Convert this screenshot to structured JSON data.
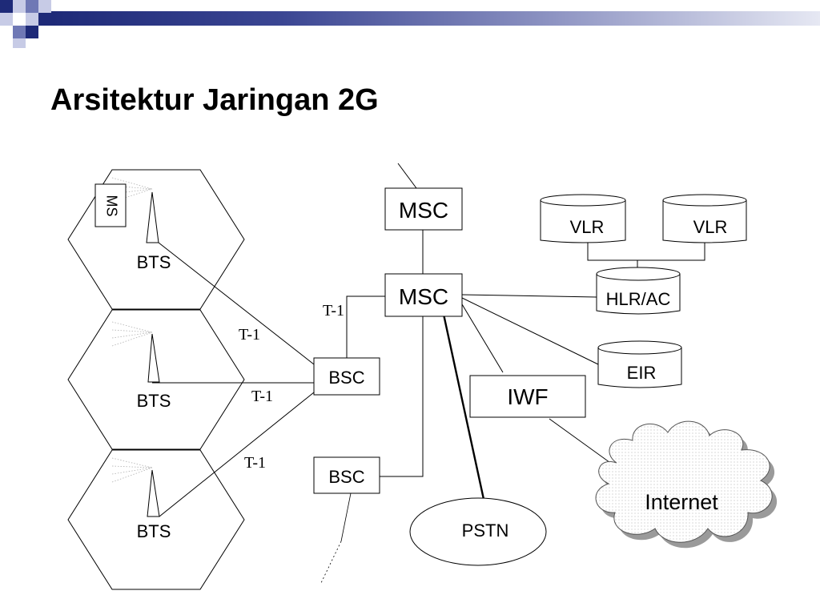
{
  "slide": {
    "title": "Arsitektur Jaringan 2G"
  },
  "colors": {
    "decor_dark": "#1e2a78",
    "decor_mid": "#6f78b5",
    "decor_light": "#c7cbe6",
    "line": "#000000",
    "cloud_shadow": "#9a9a9a"
  },
  "diagram": {
    "ms_label": "MS",
    "bts_labels": [
      "BTS",
      "BTS",
      "BTS"
    ],
    "t1_labels": [
      "T-1",
      "T-1",
      "T-1",
      "T-1"
    ],
    "bsc_labels": [
      "BSC",
      "BSC"
    ],
    "msc_labels": [
      "MSC",
      "MSC"
    ],
    "vlr_labels": [
      "VLR",
      "VLR"
    ],
    "hlr_label": "HLR/AC",
    "eir_label": "EIR",
    "iwf_label": "IWF",
    "internet_label": "Internet",
    "pstn_label": "PSTN"
  }
}
